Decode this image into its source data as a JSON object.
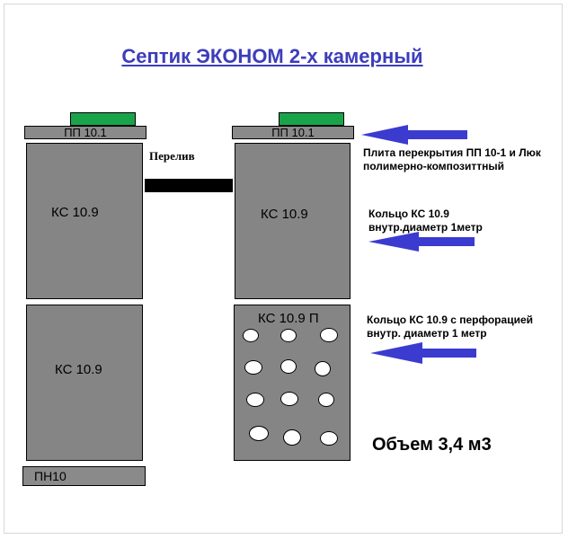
{
  "title": "Септик ЭКОНОМ 2-х камерный",
  "overflow_label": "Перелив",
  "chamber_left": {
    "slab_label": "ПП 10.1",
    "ring_top_label": "КС 10.9",
    "ring_bottom_label": "КС 10.9",
    "base_label": "ПН10"
  },
  "chamber_right": {
    "slab_label": "ПП 10.1",
    "ring_top_label": "КС 10.9",
    "ring_bottom_label": "КС 10.9 П"
  },
  "annotations": {
    "slab_line1": "Плита перекрытия ПП 10-1 и Люк",
    "slab_line2": "полимерно-композиттный",
    "ring_line1": "Кольцо КС 10.9",
    "ring_line2": "внутр.диаметр 1метр",
    "perf_line1": "Кольцо КС 10.9 с перфорацией",
    "perf_line2": "внутр. диаметр 1 метр"
  },
  "volume": "Объем 3,4 м3",
  "colors": {
    "title": "#3d3dbb",
    "hatch": "#1aa44a",
    "concrete": "#858585",
    "arrow": "#3b3bd0"
  },
  "icons": [
    "arrow-left-icon"
  ]
}
